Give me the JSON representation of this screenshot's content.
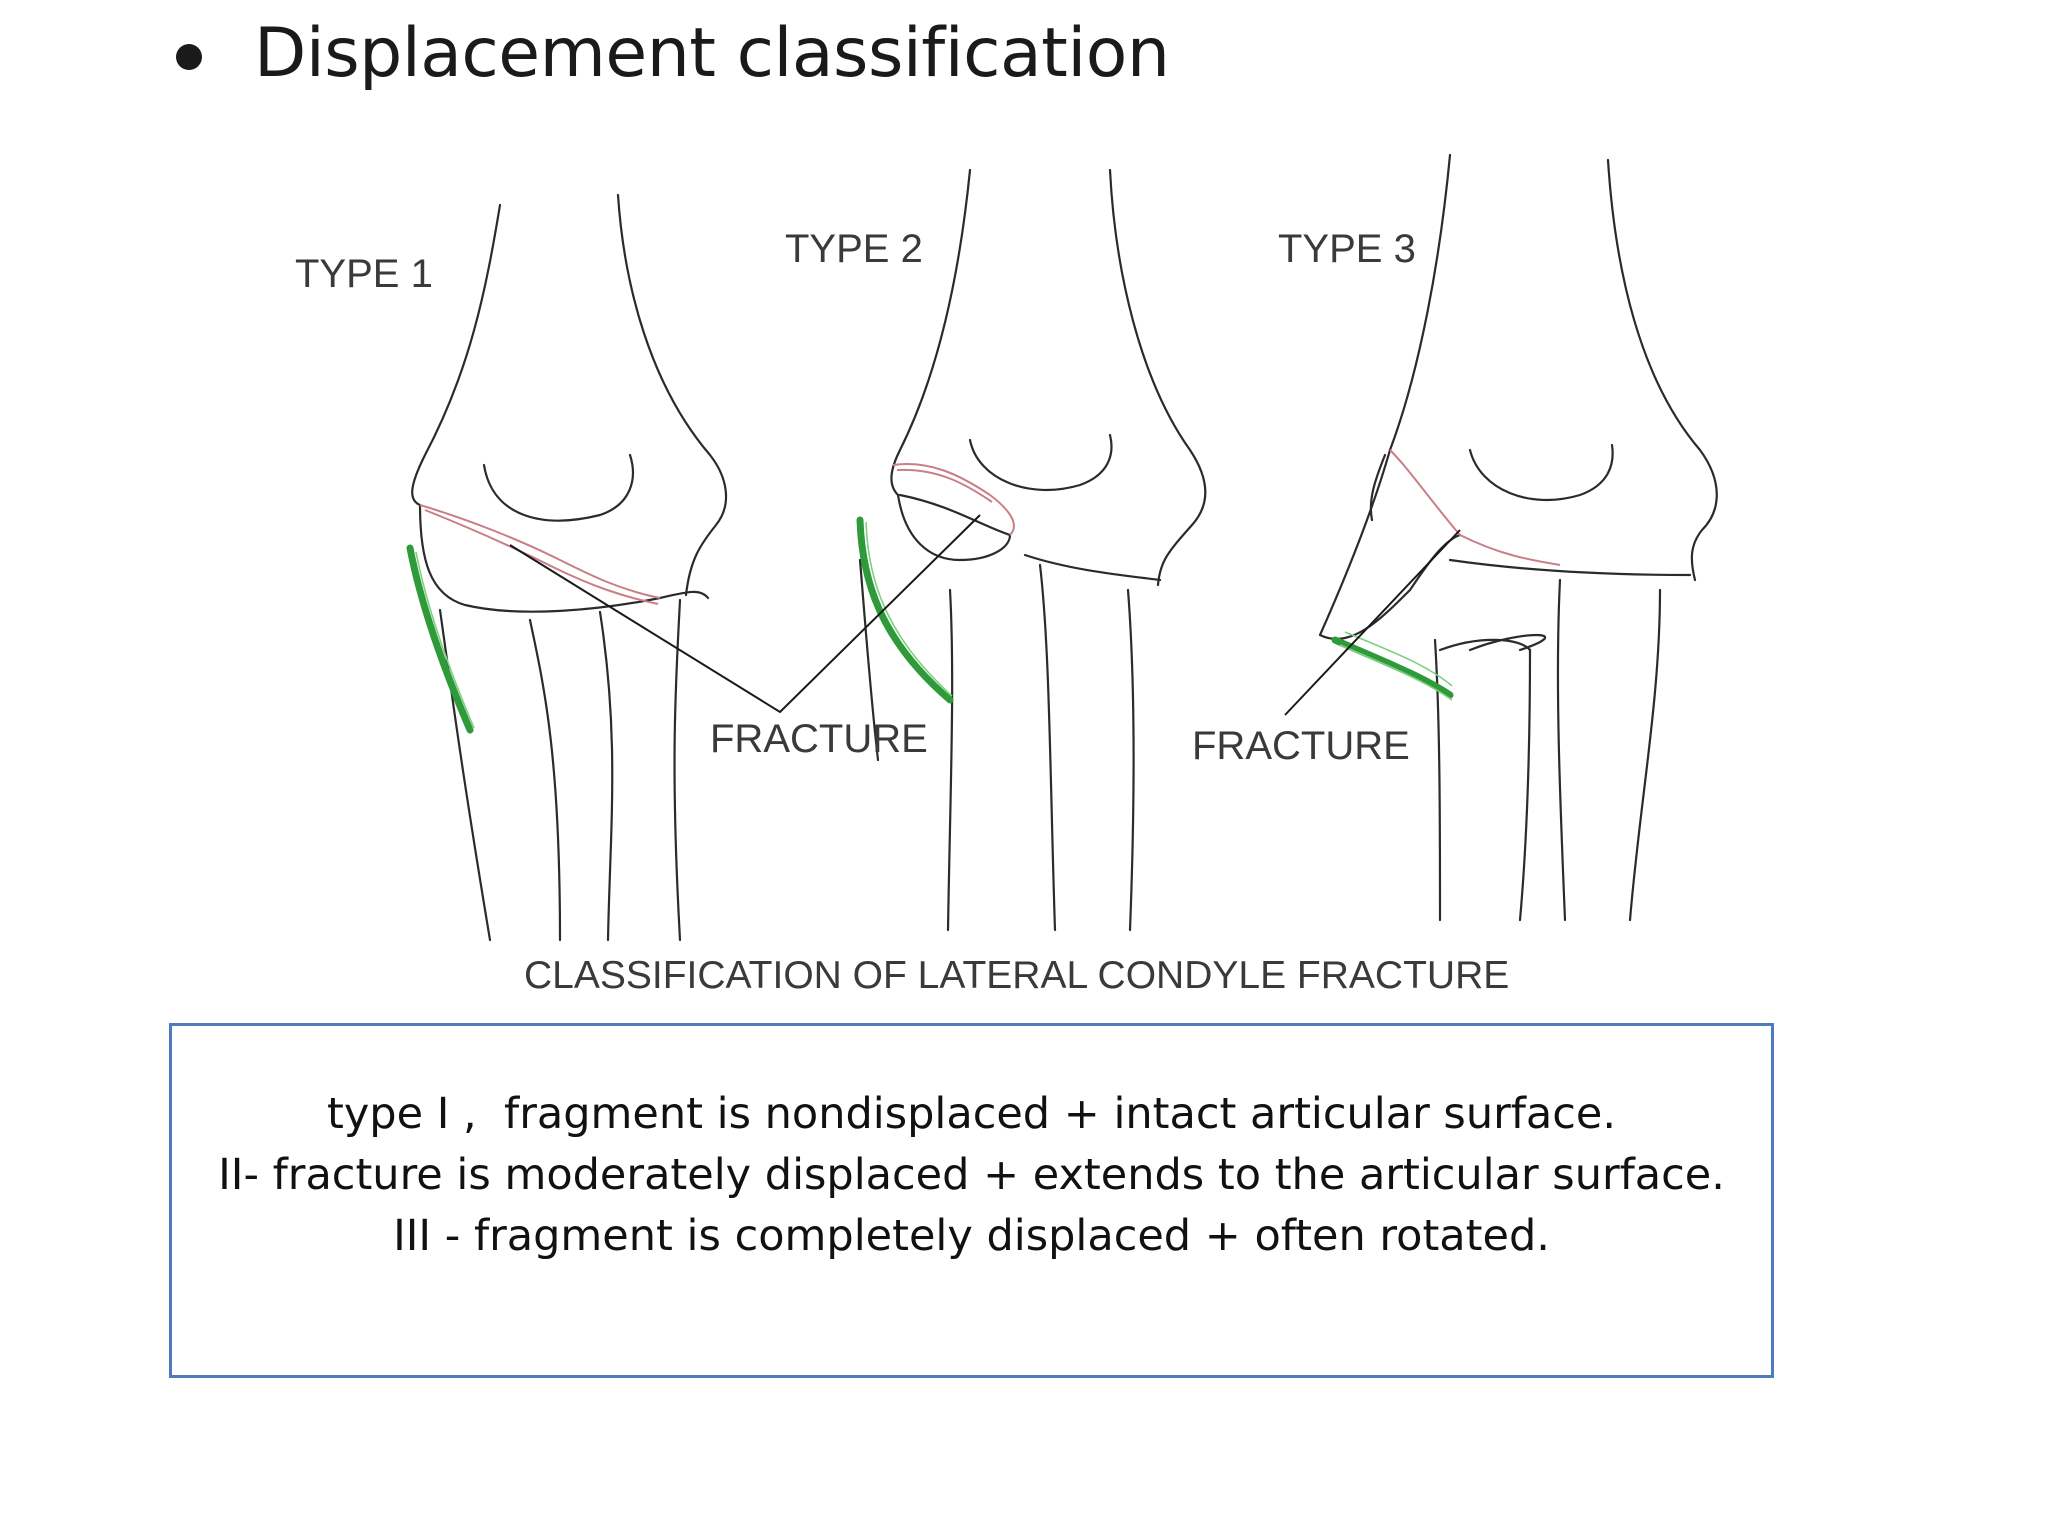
{
  "slide": {
    "title": "Displacement classification"
  },
  "figure": {
    "type_labels": [
      "TYPE 1",
      "TYPE 2",
      "TYPE 3"
    ],
    "fracture_labels": [
      "FRACTURE",
      "FRACTURE"
    ],
    "caption": "CLASSIFICATION OF LATERAL CONDYLE FRACTURE",
    "colors": {
      "ligament": "#2f9a3a",
      "fracture_line": "#c87f86",
      "outline": "#2b2b2b"
    }
  },
  "description": {
    "lines": [
      "type I ,  fragment is nondisplaced + intact articular surface.",
      "II- fracture is moderately displaced + extends to the articular surface.",
      "III - fragment is completely displaced + often rotated."
    ]
  },
  "colors": {
    "box_border": "#4f7bbd",
    "text": "#111111"
  }
}
